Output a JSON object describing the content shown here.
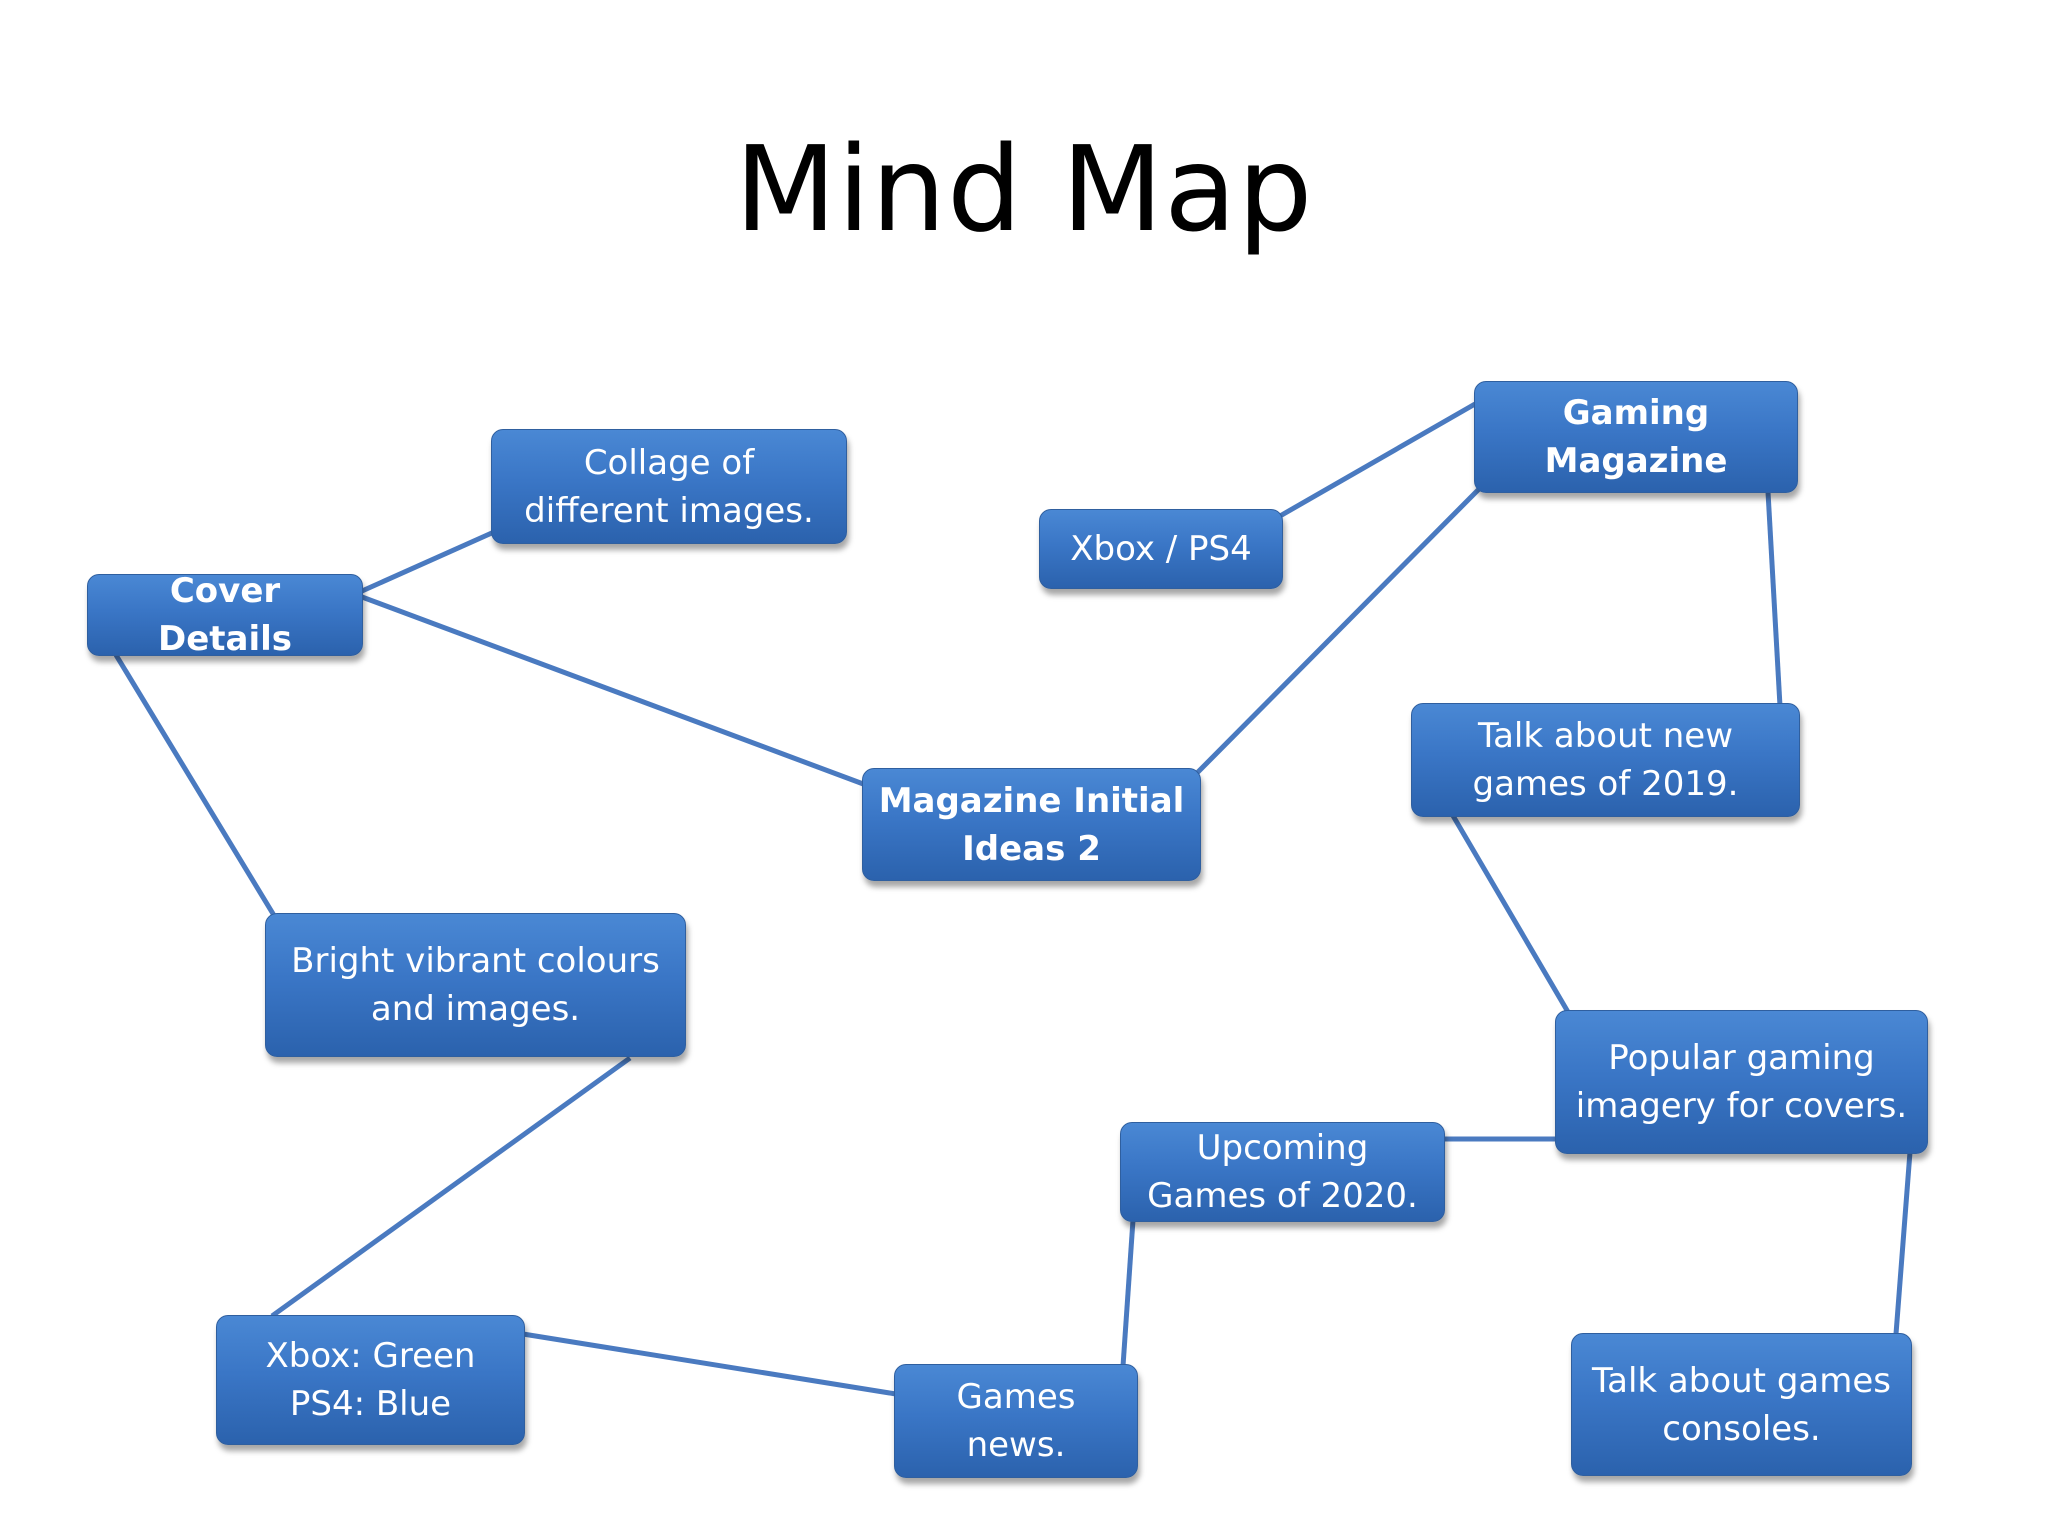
{
  "title": "Mind Map",
  "colors": {
    "node_fill_top": "#4a88d4",
    "node_fill_bottom": "#2b62ad",
    "connector": "#4a7ac0",
    "text": "#ffffff"
  },
  "nodes": {
    "collage": {
      "label": "Collage of\ndifferent images."
    },
    "gaming_magazine": {
      "label": "Gaming\nMagazine"
    },
    "xbox_ps4": {
      "label": "Xbox / PS4"
    },
    "cover_details": {
      "label": "Cover Details"
    },
    "talk_new_games": {
      "label": "Talk about new\ngames of 2019."
    },
    "initial_ideas": {
      "label": "Magazine Initial\nIdeas 2"
    },
    "bright_colours": {
      "label": "Bright vibrant colours\nand images."
    },
    "popular_imagery": {
      "label": "Popular gaming\nimagery for covers."
    },
    "upcoming_games": {
      "label": "Upcoming\nGames of 2020."
    },
    "xbox_green": {
      "label": "Xbox: Green\nPS4: Blue"
    },
    "games_news": {
      "label": "Games\nnews."
    },
    "talk_consoles": {
      "label": "Talk about games\nconsoles."
    }
  },
  "connections": [
    [
      "cover_details",
      "collage"
    ],
    [
      "cover_details",
      "initial_ideas"
    ],
    [
      "cover_details",
      "bright_colours"
    ],
    [
      "initial_ideas",
      "gaming_magazine"
    ],
    [
      "gaming_magazine",
      "xbox_ps4"
    ],
    [
      "gaming_magazine",
      "talk_new_games"
    ],
    [
      "talk_new_games",
      "popular_imagery"
    ],
    [
      "popular_imagery",
      "upcoming_games"
    ],
    [
      "popular_imagery",
      "talk_consoles"
    ],
    [
      "upcoming_games",
      "games_news"
    ],
    [
      "games_news",
      "xbox_green"
    ],
    [
      "xbox_green",
      "bright_colours"
    ]
  ]
}
